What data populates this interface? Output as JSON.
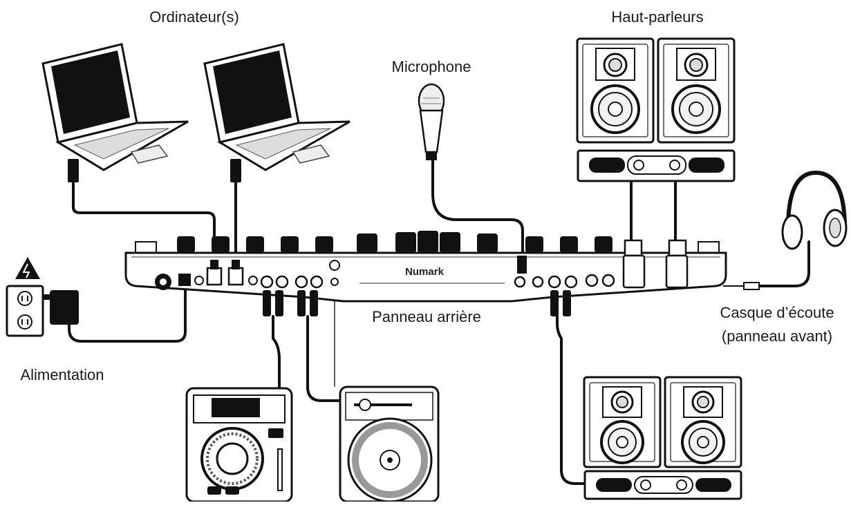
{
  "labels": {
    "computers": "Ordinateur(s)",
    "speakers": "Haut-parleurs",
    "microphone": "Microphone",
    "rear_panel": "Panneau arrière",
    "headphones_line1": "Casque d’écoute",
    "headphones_line2": "(panneau avant)",
    "power": "Alimentation"
  },
  "controller": {
    "brand": "Numark"
  }
}
